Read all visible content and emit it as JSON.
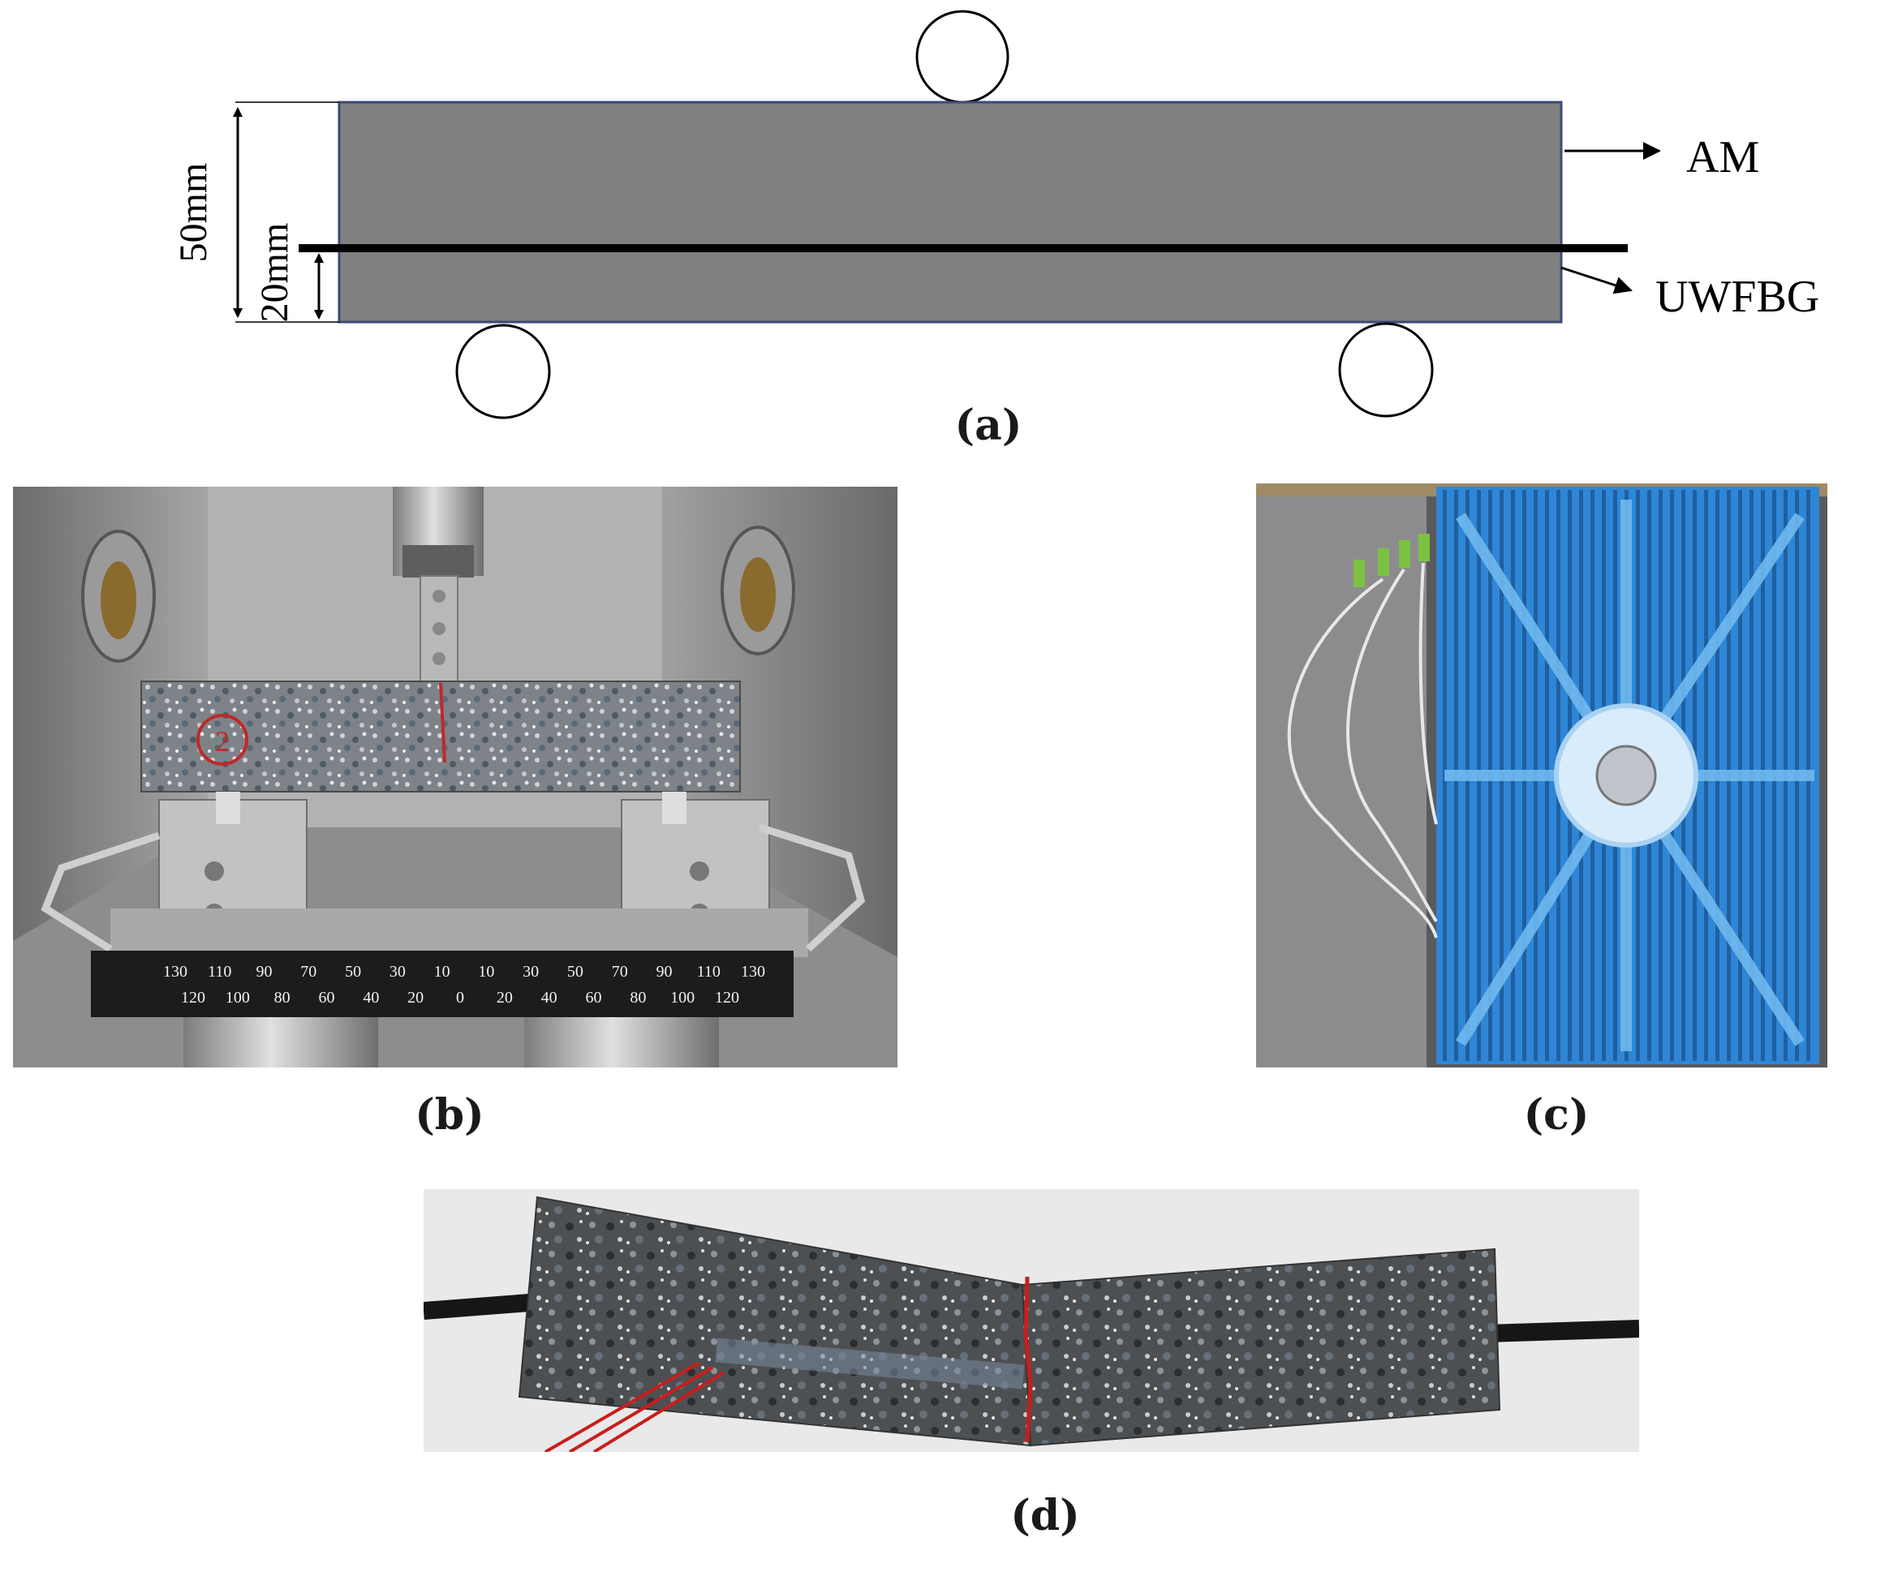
{
  "panel_a": {
    "dim_total": "50mm",
    "dim_fiber": "20mm",
    "label_am": "AM",
    "label_fiber": "UWFBG",
    "caption": "(a)"
  },
  "panel_b": {
    "caption": "(b)",
    "specimen_mark": "2",
    "scale_top": [
      "130",
      "110",
      "90",
      "70",
      "50",
      "30",
      "10",
      "10",
      "30",
      "50",
      "70",
      "90",
      "110",
      "130"
    ],
    "scale_bottom": [
      "120",
      "100",
      "80",
      "60",
      "40",
      "20",
      "0",
      "20",
      "40",
      "60",
      "80",
      "100",
      "120"
    ],
    "colors": {
      "chamber": "#8d8d8d",
      "specimen": "#7f858a",
      "frame": "#1c1c1e"
    }
  },
  "panel_c": {
    "caption": "(c)",
    "colors": {
      "heatsink": "#2f86d6",
      "fan": "#d9ecfb",
      "background": "#5a5a5c"
    }
  },
  "panel_d": {
    "caption": "(d)",
    "colors": {
      "specimen": "#4d5052",
      "crack": "#c81e1e",
      "cable": "#161616"
    }
  },
  "colors": {
    "beam_fill": "#808080",
    "fiber": "#000000"
  }
}
